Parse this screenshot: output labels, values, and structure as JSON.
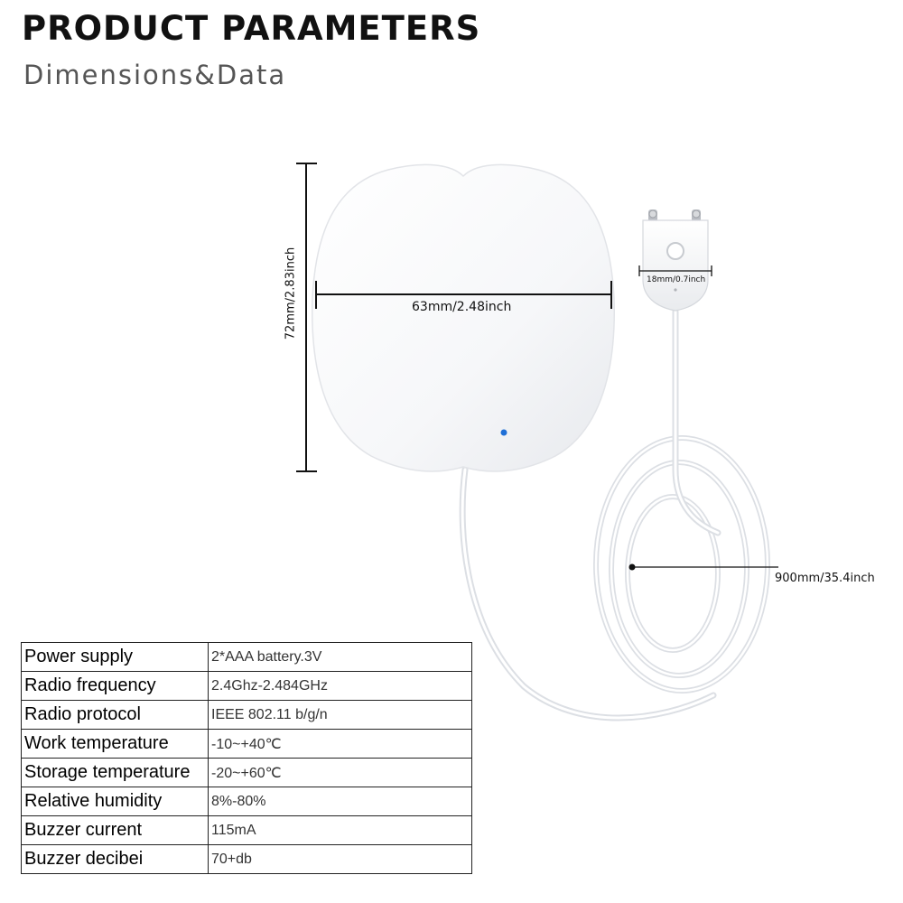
{
  "header": {
    "title": "PRODUCT PARAMETERS",
    "subtitle": "Dimensions&Data"
  },
  "dimensions": {
    "height": "72mm/2.83inch",
    "width": "63mm/2.48inch",
    "probe_width": "18mm/0.7inch",
    "cable_length": "900mm/35.4inch"
  },
  "colors": {
    "device_body": "#f7f8fa",
    "indicator_led": "#1f6fd6",
    "text": "#111111"
  },
  "specs": [
    {
      "key": "Power supply",
      "value": "2*AAA battery.3V"
    },
    {
      "key": "Radio frequency",
      "value": "2.4Ghz-2.484GHz"
    },
    {
      "key": "Radio protocol",
      "value": "IEEE 802.11 b/g/n"
    },
    {
      "key": "Work temperature",
      "value": " -10~+40℃"
    },
    {
      "key": "Storage temperature",
      "value": " -20~+60℃"
    },
    {
      "key": "Relative humidity",
      "value": "8%-80%"
    },
    {
      "key": "Buzzer current",
      "value": "115mA"
    },
    {
      "key": "Buzzer decibei",
      "value": "70+db"
    }
  ]
}
